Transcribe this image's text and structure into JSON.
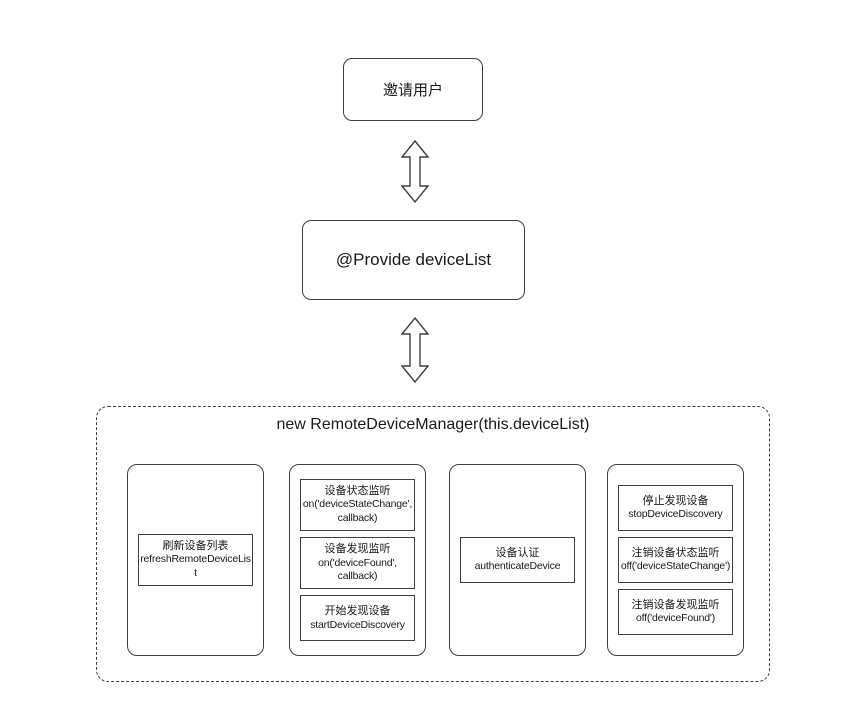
{
  "colors": {
    "stroke": "#3f3f3f",
    "text": "#1a1a1a",
    "background": "#ffffff"
  },
  "flow": {
    "invite_box_label": "邀请用户",
    "provide_box_label": "@Provide deviceList",
    "arrow_icon": "double-headed-vertical-arrow"
  },
  "manager": {
    "title": "new RemoteDeviceManager(this.deviceList)",
    "columns": [
      {
        "items": [
          {
            "zh": "刷新设备列表",
            "en": "refreshRemoteDeviceList"
          }
        ]
      },
      {
        "items": [
          {
            "zh": "设备状态监听",
            "en": "on('deviceStateChange', callback)"
          },
          {
            "zh": "设备发现监听",
            "en": "on('deviceFound', callback)"
          },
          {
            "zh": "开始发现设备",
            "en": "startDeviceDiscovery"
          }
        ]
      },
      {
        "items": [
          {
            "zh": "设备认证",
            "en": "authenticateDevice"
          }
        ]
      },
      {
        "items": [
          {
            "zh": "停止发现设备",
            "en": "stopDeviceDiscovery"
          },
          {
            "zh": "注销设备状态监听",
            "en": "off('deviceStateChange')"
          },
          {
            "zh": "注销设备发现监听",
            "en": "off('deviceFound')"
          }
        ]
      }
    ]
  }
}
